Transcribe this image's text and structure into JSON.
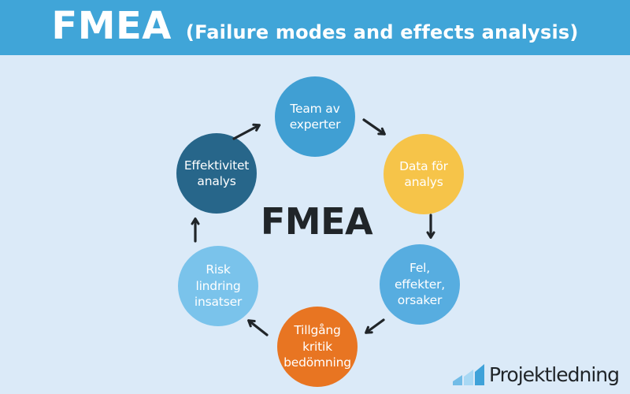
{
  "header": {
    "title": "FMEA",
    "subtitle": "(Failure modes and effects analysis)"
  },
  "diagram": {
    "center_label": "FMEA",
    "nodes": [
      {
        "id": "team-av-experter",
        "label": "Team av\nexperter",
        "color": "#409fd3"
      },
      {
        "id": "data-for-analys",
        "label": "Data för\nanalys",
        "color": "#f6c449"
      },
      {
        "id": "fel-effekter-orsaker",
        "label": "Fel,\neffekter,\norsaker",
        "color": "#57ade0"
      },
      {
        "id": "tillgang-kritik-bedomning",
        "label": "Tillgång\nkritik\nbedömning",
        "color": "#e87522"
      },
      {
        "id": "risk-lindring-insatser",
        "label": "Risk\nlindring\ninsatser",
        "color": "#7ac3eb"
      },
      {
        "id": "effektivitet-analys",
        "label": "Effektivitet\nanalys",
        "color": "#27668a"
      }
    ],
    "arrows": [
      {
        "from": "effektivitet-analys",
        "to": "team-av-experter"
      },
      {
        "from": "team-av-experter",
        "to": "data-for-analys"
      },
      {
        "from": "data-for-analys",
        "to": "fel-effekter-orsaker"
      },
      {
        "from": "fel-effekter-orsaker",
        "to": "tillgang-kritik-bedomning"
      },
      {
        "from": "tillgang-kritik-bedomning",
        "to": "risk-lindring-insatser"
      },
      {
        "from": "risk-lindring-insatser",
        "to": "effektivitet-analys"
      }
    ]
  },
  "logo": {
    "text": "Projektledning"
  },
  "colors": {
    "banner": "#40a5d8",
    "background": "#dbeaf8",
    "arrow": "#202529",
    "center_text": "#202529",
    "logo_text": "#202529",
    "logo_bars": [
      "#72bce7",
      "#a8d8f4",
      "#3fa2d9"
    ]
  }
}
